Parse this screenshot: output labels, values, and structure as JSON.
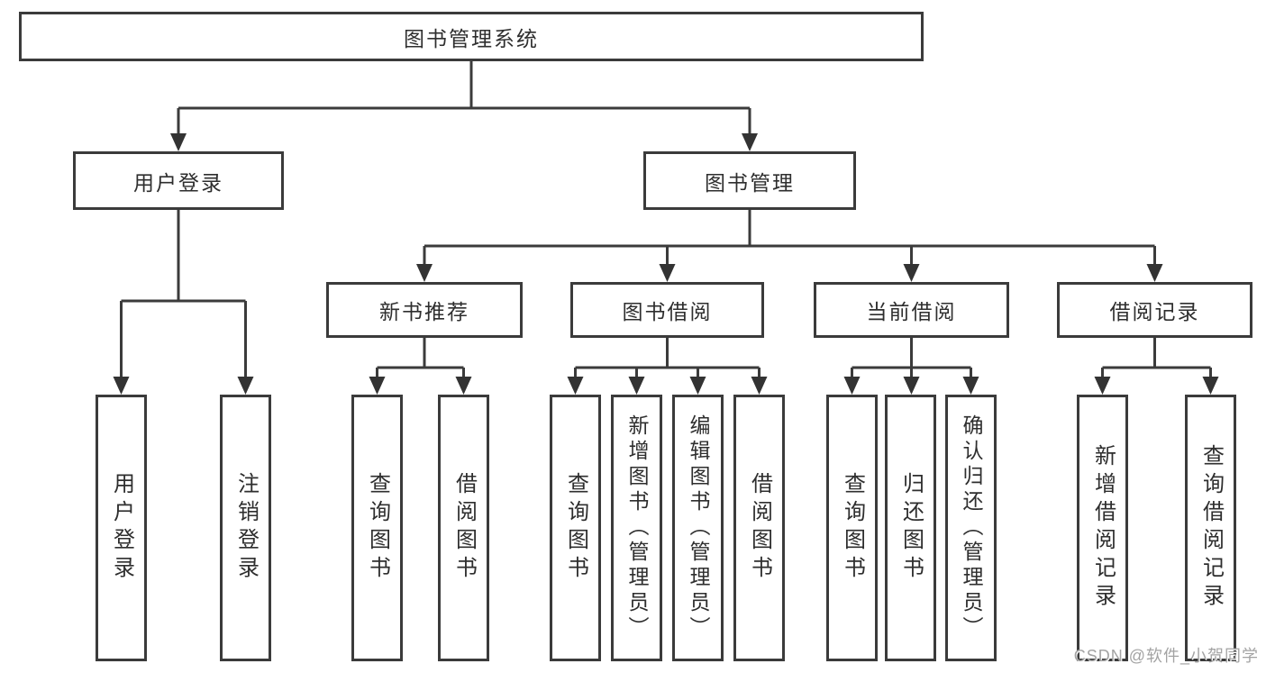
{
  "title": "图书管理系统",
  "level2": {
    "user_login": "用户登录",
    "book_mgmt": "图书管理"
  },
  "level3": {
    "new_book_rec": "新书推荐",
    "book_borrow": "图书借阅",
    "current_borrow": "当前借阅",
    "borrow_records": "借阅记录"
  },
  "leaves": {
    "user_login": [
      "用户登录",
      "注销登录"
    ],
    "new_book_rec": [
      "查询图书",
      "借阅图书"
    ],
    "book_borrow": [
      "查询图书",
      "新增图书（管理员）",
      "编辑图书（管理员）",
      "借阅图书"
    ],
    "current_borrow": [
      "查询图书",
      "归还图书",
      "确认归还（管理员）"
    ],
    "borrow_records": [
      "新增借阅记录",
      "查询借阅记录"
    ]
  },
  "watermark": "CSDN @软件_小贺同学",
  "colors": {
    "line": "#3b3b3b",
    "text": "#2e2e2e",
    "watermark": "#a3a3a3",
    "background": "#ffffff"
  }
}
